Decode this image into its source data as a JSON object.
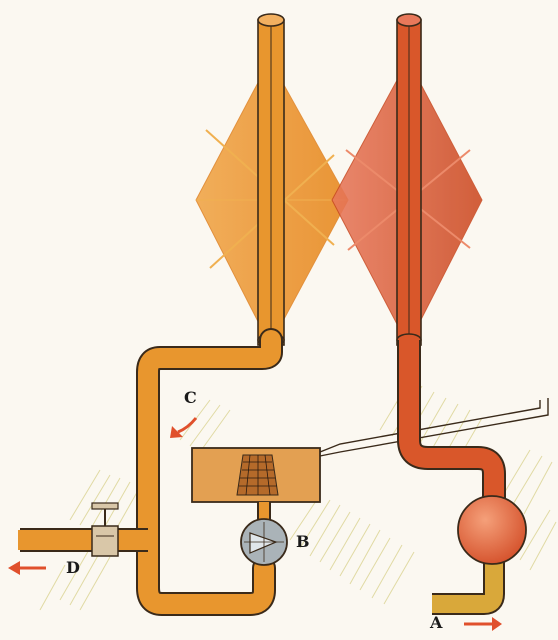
{
  "labels": {
    "a": "A",
    "b": "B",
    "c": "C",
    "d": "D"
  },
  "colors": {
    "left_loop": "#e8962e",
    "right_loop": "#d9572a",
    "outline": "#3a2a1a",
    "feed_pipe": "#d9a83a",
    "tank": "#e3a052",
    "arrow": "#e0502c",
    "hatching": "#d8d08a",
    "paper": "#fbf8f1"
  },
  "icons": {
    "arrow_a": "arrow-right-icon",
    "arrow_c": "arrow-down-left-icon",
    "arrow_d": "arrow-left-icon",
    "pump_b": "pump-icon",
    "valve": "valve-icon"
  }
}
